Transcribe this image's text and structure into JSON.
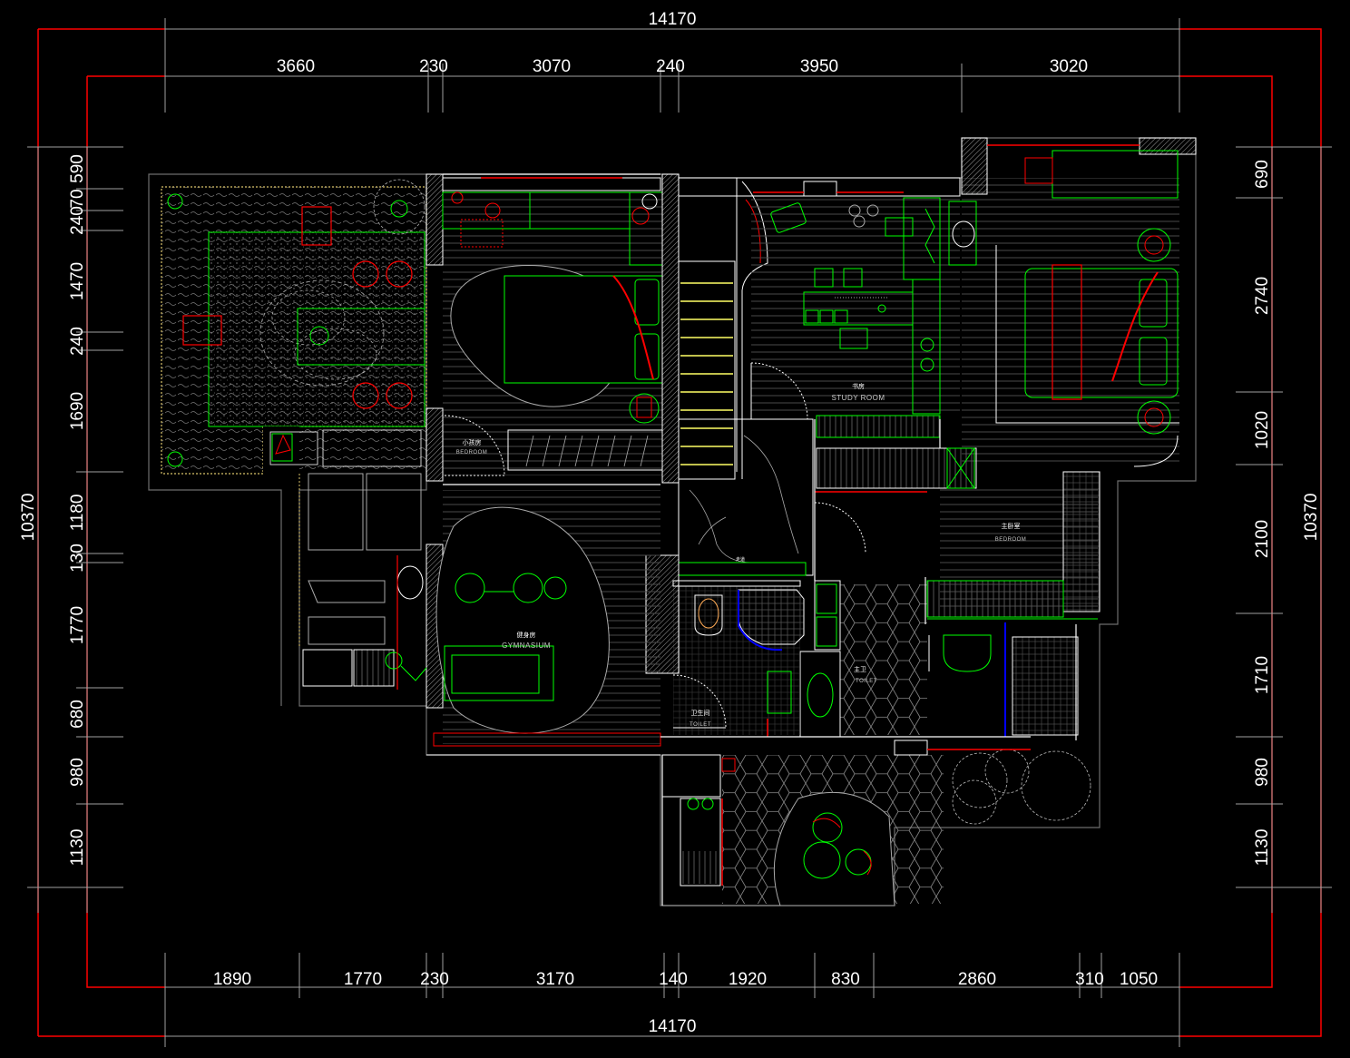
{
  "dimensions": {
    "top_total": "14170",
    "top_segments": [
      "3660",
      "230",
      "3070",
      "240",
      "3950",
      "3020"
    ],
    "bottom_total": "14170",
    "bottom_segments": [
      "1890",
      "1770",
      "230",
      "3170",
      "140",
      "1920",
      "830",
      "2860",
      "310",
      "1050"
    ],
    "left_total": "10370",
    "left_segments": [
      "590",
      "70",
      "240",
      "1470",
      "240",
      "1690",
      "1180",
      "130",
      "1770",
      "680",
      "980",
      "1130"
    ],
    "right_total": "10370",
    "right_segments": [
      "690",
      "2740",
      "1020",
      "2100",
      "1710",
      "980",
      "1130"
    ]
  },
  "rooms": {
    "kids_bedroom": {
      "cn": "小孩房",
      "en": "BEDROOM"
    },
    "gymnasium": {
      "cn": "健身房",
      "en": "GYMNASIUM"
    },
    "study": {
      "cn": "书房",
      "en": "STUDY ROOM"
    },
    "master_bedroom": {
      "cn": "主卧室",
      "en": "BEDROOM"
    },
    "master_toilet": {
      "cn": "主卫",
      "en": "TOILET"
    },
    "guest_toilet": {
      "cn": "卫生间",
      "en": "TOILET"
    },
    "corridor": {
      "cn": "走道"
    }
  },
  "colors": {
    "background": "#000000",
    "wall": "#ffffff",
    "furniture": "#00ff00",
    "accent": "#ff0000",
    "hatch": "#6e6e6e",
    "water": "#0000ff",
    "stair": "#ffff66"
  }
}
